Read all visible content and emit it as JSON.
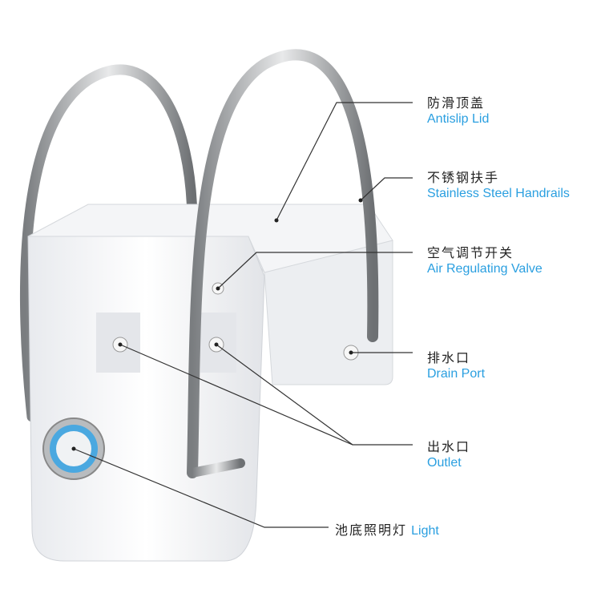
{
  "colors": {
    "accent": "#2a9fe0",
    "text": "#222222",
    "line": "#333333"
  },
  "labels": [
    {
      "cn": "防滑顶盖",
      "en": "Antislip Lid"
    },
    {
      "cn": "不锈钢扶手",
      "en": "Stainless Steel Handrails"
    },
    {
      "cn": "空气调节开关",
      "en": "Air Regulating Valve"
    },
    {
      "cn": "排水口",
      "en": "Drain Port"
    },
    {
      "cn": "出水口",
      "en": "Outlet"
    },
    {
      "cn": "池底照明灯",
      "en": "Light"
    }
  ]
}
